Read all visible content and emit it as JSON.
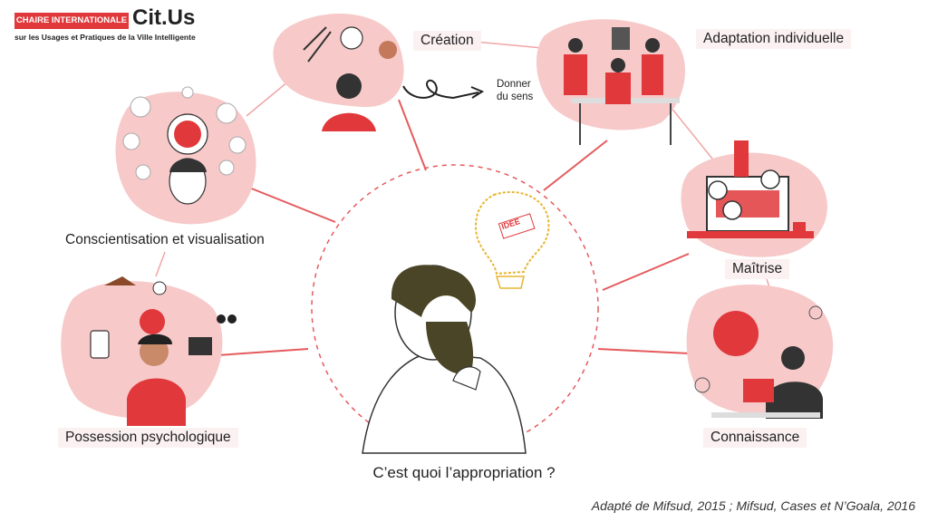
{
  "logo": {
    "badge": "CHAIRE INTERNATIONALE",
    "name": "Cit.Us",
    "subtitle": "sur les Usages et Pratiques de la Ville Intelligente"
  },
  "nodes": {
    "creation": "Création",
    "adaptation": "Adaptation individuelle",
    "donner_line1": "Donner",
    "donner_line2": "du sens",
    "conscientisation": "Conscientisation et visualisation",
    "maitrise": "Maîtrise",
    "possession": "Possession psychologique",
    "connaissance": "Connaissance",
    "idee": "IDEE"
  },
  "question": "C’est quoi l’appropriation ?",
  "credit": "Adapté de  Mifsud, 2015 ; Mifsud, Cases et N’Goala, 2016",
  "colors": {
    "accent": "#e0383b",
    "blob": "#f7c9c9",
    "line": "#e55a5d"
  }
}
